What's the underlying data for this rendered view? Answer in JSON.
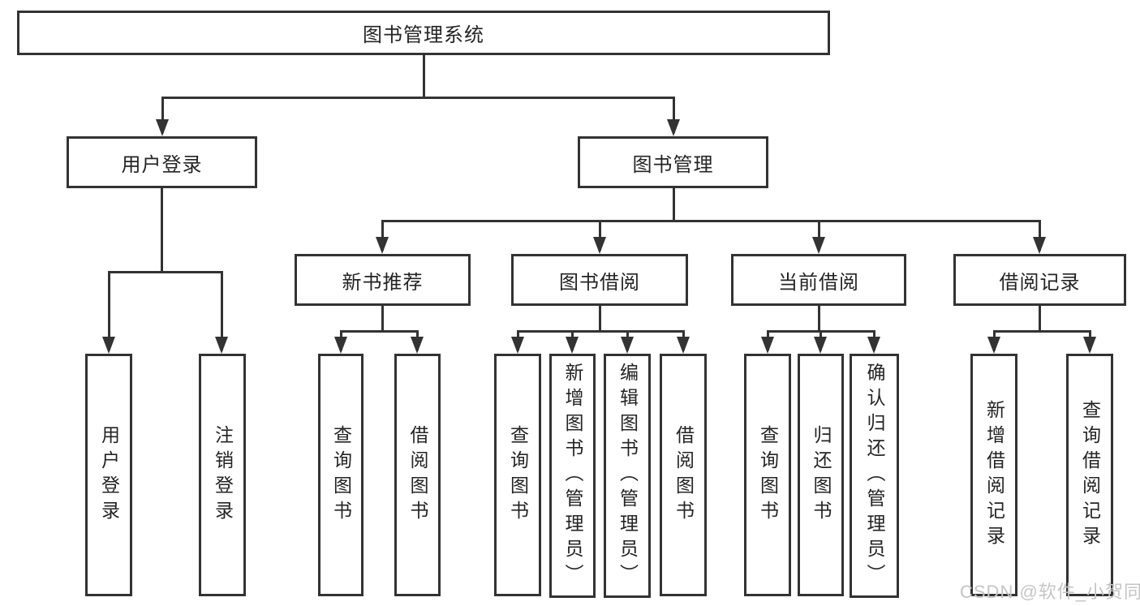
{
  "diagram": {
    "title": "图书管理系统",
    "root": {
      "label": "图书管理系统"
    },
    "level2": [
      {
        "label": "用户登录"
      },
      {
        "label": "图书管理"
      }
    ],
    "level3": [
      {
        "label": "新书推荐"
      },
      {
        "label": "图书借阅"
      },
      {
        "label": "当前借阅"
      },
      {
        "label": "借阅记录"
      }
    ],
    "leaves": {
      "user_login": [
        "用户登录",
        "注销登录"
      ],
      "new_book": [
        "查询图书",
        "借阅图书"
      ],
      "book_borrow": [
        "查询图书",
        "新增图书（管理员）",
        "编辑图书（管理员）",
        "借阅图书"
      ],
      "current_borrow": [
        "查询图书",
        "归还图书",
        "确认归还（管理员）"
      ],
      "borrow_record": [
        "新增借阅记录",
        "查询借阅记录"
      ]
    }
  },
  "watermark": "CSDN @软件_小贺同学",
  "colors": {
    "line": "#333333",
    "text": "#242424",
    "watermark": "#c5c5c5",
    "background": "#ffffff"
  }
}
